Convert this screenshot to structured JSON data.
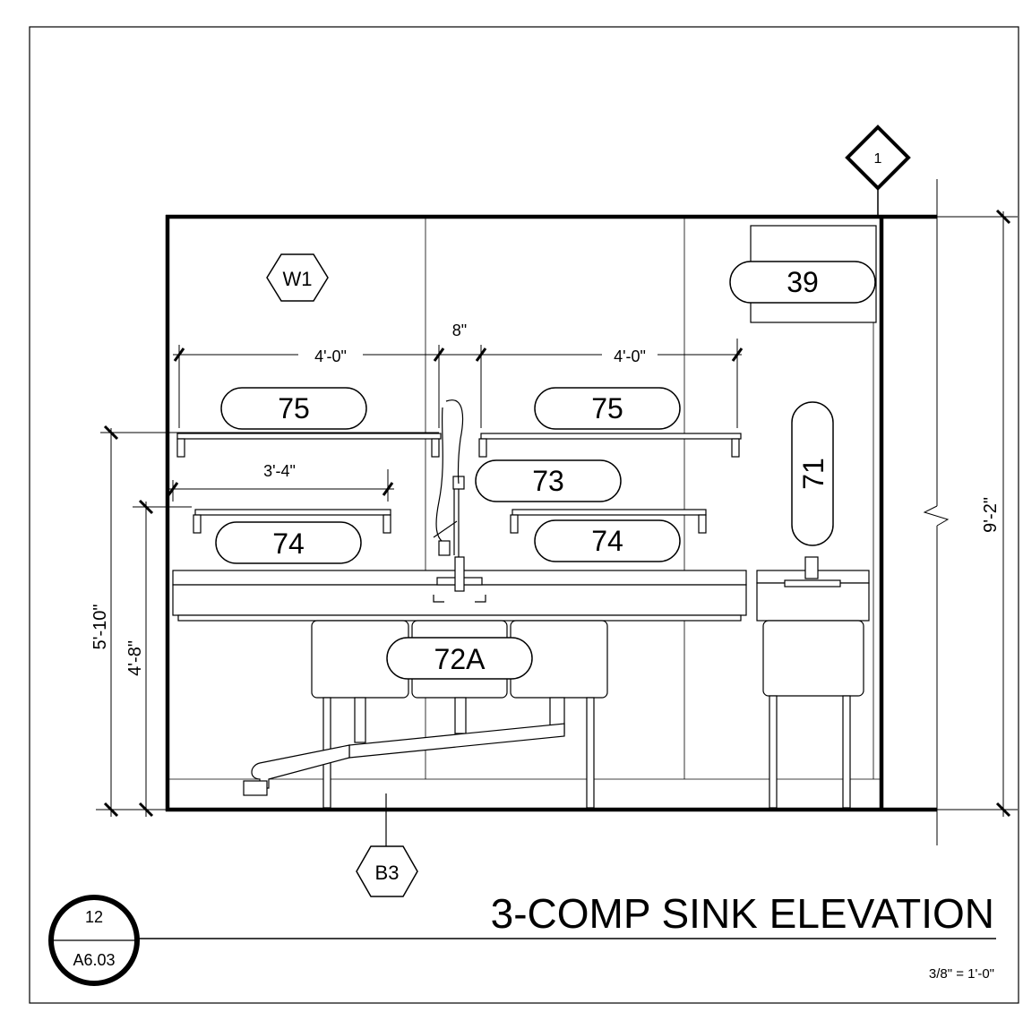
{
  "drawing": {
    "title": "3-COMP SINK ELEVATION",
    "scale": "3/8\" = 1'-0\"",
    "detail_number": "12",
    "sheet_number": "A6.03"
  },
  "wall_tags": {
    "finish": "W1",
    "base": "B3",
    "section_marker": "1"
  },
  "equipment_tags": {
    "shelf_upper_left": "75",
    "shelf_upper_right": "75",
    "shelf_lower_left": "74",
    "shelf_lower_right": "74",
    "pre_rinse": "73",
    "hand_sink": "71",
    "sink": "72A",
    "wall_box": "39"
  },
  "dimensions": {
    "shelf_left_width": "4'-0\"",
    "shelf_gap": "8\"",
    "shelf_right_width": "4'-0\"",
    "lower_shelf_width": "3'-4\"",
    "upper_shelf_height": "5'-10\"",
    "lower_shelf_height": "4'-8\"",
    "ceiling_height": "9'-2\""
  }
}
